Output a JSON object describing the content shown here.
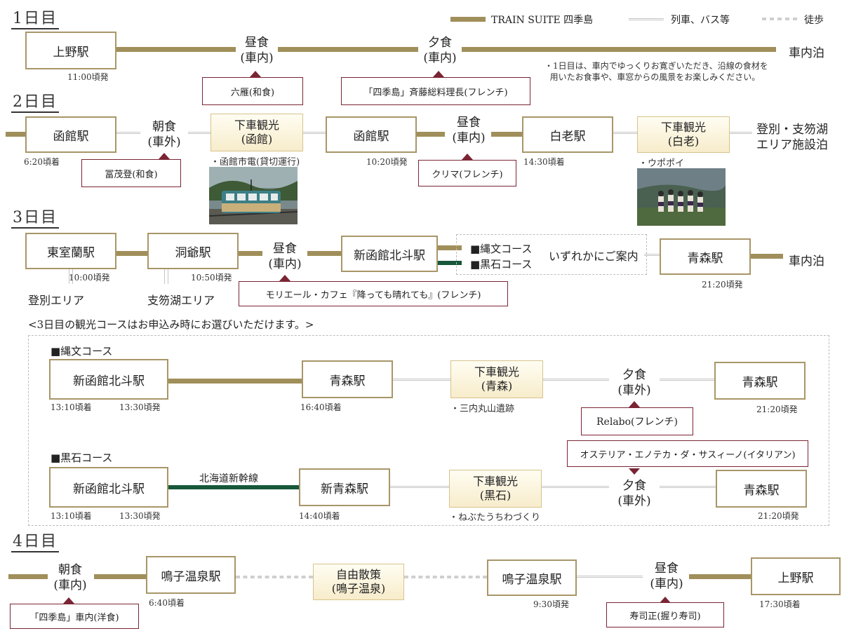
{
  "legend": {
    "train": "TRAIN SUITE 四季島",
    "other": "列車、バス等",
    "walk": "徒歩"
  },
  "day1": {
    "title": "1日目",
    "station_ueno": "上野駅",
    "ueno_time": "11:00頃発",
    "lunch": "昼食\n(車内)",
    "lunch_rest": "六雁(和食)",
    "dinner": "夕食\n(車内)",
    "dinner_rest": "「四季島」斉藤総料理長(フレンチ)",
    "end": "車内泊",
    "note": "・1日目は、車内でゆっくりお寛ぎいただき、沿線の食材を\n  用いたお食事や、車窓からの風景をお楽しみください。"
  },
  "day2": {
    "title": "2日目",
    "station_hakodate1": "函館駅",
    "hakodate1_time": "6:20頃着",
    "breakfast": "朝食\n(車外)",
    "breakfast_rest": "冨茂登(和食)",
    "sight1": "下車観光\n(函館)",
    "sight1_caption": "・函館市電(貸切運行)",
    "station_hakodate2": "函館駅",
    "hakodate2_time": "10:20頃発",
    "lunch": "昼食\n(車内)",
    "lunch_rest": "クリマ(フレンチ)",
    "station_shiraoi": "白老駅",
    "shiraoi_time": "14:30頃着",
    "sight2": "下車観光\n(白老)",
    "sight2_caption": "・ウポポイ",
    "end": "登別・支笏湖\nエリア施設泊"
  },
  "day3": {
    "title": "3日目",
    "station_higashimuroran": "東室蘭駅",
    "higashimuroran_time": "10:00頃発",
    "area_noboribetsu": "登別エリア",
    "station_toya": "洞爺駅",
    "toya_time": "10:50頃発",
    "area_shikotsu": "支笏湖エリア",
    "lunch": "昼食\n(車内)",
    "lunch_rest": "モリエール・カフェ『降っても晴れても』(フレンチ)",
    "station_shinhakodate": "新函館北斗駅",
    "course1": "■縄文コース",
    "course2": "■黒石コース",
    "course_note": "いずれかにご案内",
    "station_aomori": "青森駅",
    "aomori_time": "21:20頃発",
    "end": "車内泊",
    "course_heading": "<3日目の観光コースはお申込み時にお選びいただけます。>"
  },
  "jomon": {
    "title": "■縄文コース",
    "station_shinhakodate": "新函館北斗駅",
    "arr": "13:10頃着",
    "dep": "13:30頃発",
    "station_aomori1": "青森駅",
    "aomori1_time": "16:40頃着",
    "sight": "下車観光\n(青森)",
    "sight_caption": "・三内丸山遺跡",
    "dinner": "夕食\n(車外)",
    "dinner_rest": "Relabo(フレンチ)",
    "station_aomori2": "青森駅",
    "aomori2_time": "21:20頃発"
  },
  "kuroishi": {
    "title": "■黒石コース",
    "station_shinhakodate": "新函館北斗駅",
    "arr": "13:10頃着",
    "dep": "13:30頃発",
    "line_label": "北海道新幹線",
    "station_shinaomori": "新青森駅",
    "shinaomori_time": "14:40頃着",
    "sight": "下車観光\n(黒石)",
    "sight_caption": "・ねぶたうちわづくり",
    "dinner_rest": "オステリア・エノテカ・ダ・サスィーノ(イタリアン)",
    "dinner": "夕食\n(車外)",
    "station_aomori": "青森駅",
    "aomori_time": "21:20頃発"
  },
  "day4": {
    "title": "4日目",
    "breakfast": "朝食\n(車内)",
    "breakfast_rest": "「四季島」車内(洋食)",
    "station_naruko1": "鳴子温泉駅",
    "naruko1_time": "6:40頃着",
    "sight": "自由散策\n(鳴子温泉)",
    "station_naruko2": "鳴子温泉駅",
    "naruko2_time": "9:30頃発",
    "lunch": "昼食\n(車内)",
    "lunch_rest": "寿司正(握り寿司)",
    "station_ueno": "上野駅",
    "ueno_time": "17:30頃着"
  },
  "colors": {
    "train_line": "#a08f5a",
    "shinkansen": "#17573a",
    "restaurant_border": "#7a2434",
    "station_border": "#a89668"
  }
}
